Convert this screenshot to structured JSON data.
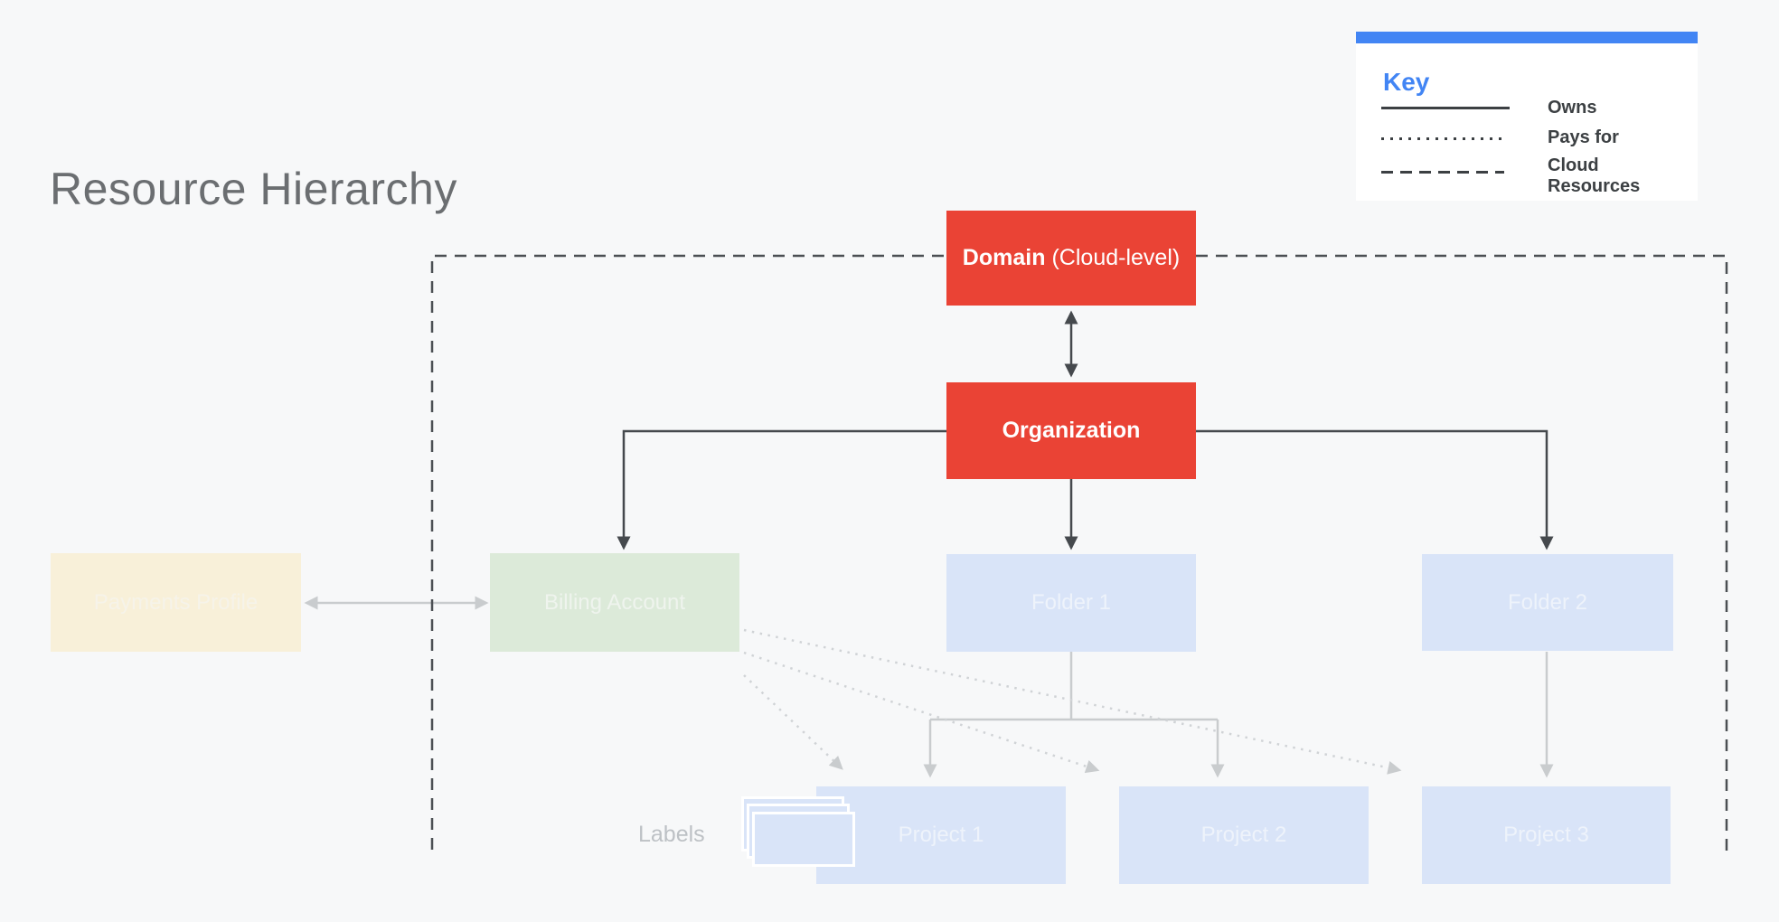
{
  "title": "Resource Hierarchy",
  "key": {
    "heading": "Key",
    "items": [
      {
        "line_style": "solid",
        "label": "Owns"
      },
      {
        "line_style": "dotted",
        "label": "Pays for"
      },
      {
        "line_style": "dashed",
        "label": "Cloud Resources"
      }
    ]
  },
  "nodes": {
    "domain_bold": "Domain",
    "domain_rest": "(Cloud-level)",
    "organization": "Organization",
    "payments_profile": "Payments Profile",
    "billing_account": "Billing Account",
    "folder_1": "Folder 1",
    "folder_2": "Folder 2",
    "project_1": "Project 1",
    "project_2": "Project 2",
    "project_3": "Project 3",
    "labels_caption": "Labels"
  },
  "edges": [
    {
      "from": "Domain",
      "to": "Organization",
      "type": "Owns",
      "bidirectional": true
    },
    {
      "from": "Organization",
      "to": "Billing Account",
      "type": "Owns"
    },
    {
      "from": "Organization",
      "to": "Folder 1",
      "type": "Owns"
    },
    {
      "from": "Organization",
      "to": "Folder 2",
      "type": "Owns"
    },
    {
      "from": "Payments Profile",
      "to": "Billing Account",
      "type": "Owns",
      "bidirectional": true
    },
    {
      "from": "Folder 1",
      "to": "Project 1",
      "type": "Owns"
    },
    {
      "from": "Folder 1",
      "to": "Project 2",
      "type": "Owns"
    },
    {
      "from": "Folder 2",
      "to": "Project 3",
      "type": "Owns"
    },
    {
      "from": "Billing Account",
      "to": "Project 1",
      "type": "Pays for"
    },
    {
      "from": "Billing Account",
      "to": "Project 2",
      "type": "Pays for"
    },
    {
      "from": "Billing Account",
      "to": "Project 3",
      "type": "Pays for"
    }
  ],
  "colors": {
    "background": "#f7f8f9",
    "red_node": "#ea4335",
    "blue_node": "#d9e4f8",
    "green_node": "#dcead9",
    "cream_node": "#f8f0d9",
    "key_accent": "#4285f4",
    "dark_line": "#45494d",
    "light_line": "#c9ccce",
    "dashed_boundary": "#4b4f53"
  }
}
